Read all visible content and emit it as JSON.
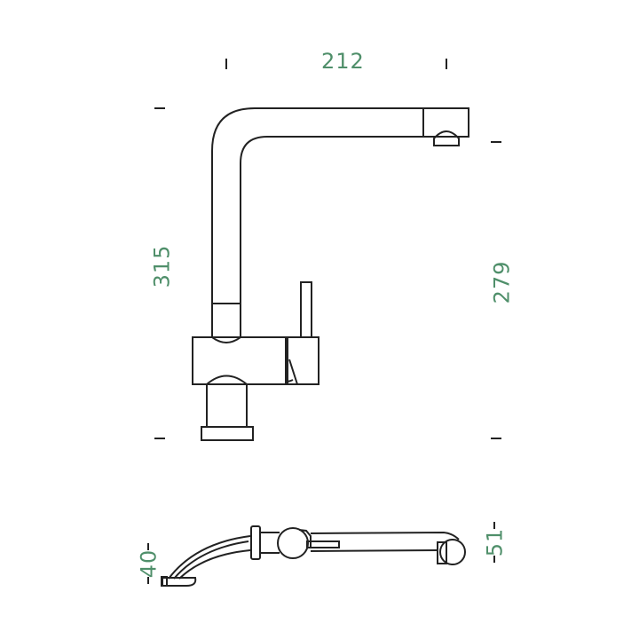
{
  "colors": {
    "line": "#222222",
    "dimension": "#4f8f6a"
  },
  "dimensions": {
    "spout_reach": "212",
    "total_height": "315",
    "outlet_height": "279",
    "base_view_left": "40",
    "base_view_right": "51"
  }
}
